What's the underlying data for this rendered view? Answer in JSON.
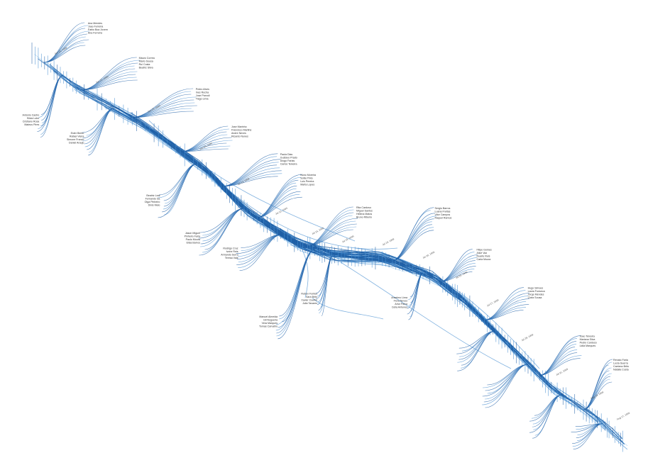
{
  "diagram": {
    "type": "storyline-timeline",
    "palette": {
      "dark": "#1f5fa6",
      "mid": "#4a90d2",
      "light": "#a9cfee",
      "pale": "#d8e9f7",
      "label": "#333333",
      "background": "#ffffff"
    },
    "date_labels": [
      "Jun 21, 1999",
      "Jun 22, 1999",
      "Jun 25, 1999",
      "Jun 29, 1999",
      "Jul 12, 1999",
      "Jul 13, 1999",
      "Jul 14, 1999",
      "Jul 15, 1999",
      "Jul 19, 1999",
      "Jul 20, 1999",
      "Jul 25, 1999",
      "Jul 27, 1999",
      "Jul 28, 1999",
      "Jul 31, 1999",
      "Aug 16, 1999",
      "Aug 17, 1999"
    ],
    "name_labels": [
      "Ana Mendes",
      "Joao Ferreira",
      "Fabio Boa Jovem",
      "Ana Ferreira",
      "Mauro Correa",
      "Mario Sousa",
      "Rui Costa",
      "Beatriz Silva",
      "Pedro Alves",
      "Ines Rocha",
      "Jose Parvoli",
      "Tiago Lima",
      "Jose Marinho",
      "Francisco Martins",
      "Andre Neves",
      "Ricardo Nunes",
      "Paula Dias",
      "Gustavo Prado",
      "Diogo Farias",
      "Carlos Teixeira",
      "Nuno Moreira",
      "Sofia Pinto",
      "Luis Pereira",
      "Marta Lopes",
      "Rita Cardoso",
      "Miguel Santos",
      "Helena Matos",
      "Bruno Ribeiro",
      "Sergio Barros",
      "Luana Freitas",
      "Vitor Campos",
      "Raquel Ramos",
      "Filipe Gomes",
      "Alice Vaz",
      "Duarte Reis",
      "Carla Moura",
      "Hugo Simoes",
      "Laura Fonseca",
      "Jorge Mendes",
      "Clara Sousa",
      "Joao Teixeira",
      "Mariana Silva",
      "Pedro Cardoso",
      "Lidia Marques",
      "Renato Faria",
      "Lucia Guerra",
      "Caetano Brito",
      "Natalia Costa",
      "Antonio Castro",
      "Silvia Lobo",
      "Cristiano Rosa",
      "Mateus Pires",
      "Ester Bento",
      "Rafael Vieira",
      "Simone Franco",
      "Daniel Araujo",
      "Beatriz Leal",
      "Fernando Sa",
      "Olga Pinheiro",
      "Dinis Melo",
      "Jason Miguel",
      "Pinheiro Faria",
      "Paulo Moura",
      "Elisa Barros",
      "Rodrigo Cruz",
      "Ivone Reis",
      "Armando Serra",
      "Teresa Vale",
      "Manuel Almeida",
      "Gil Nogueira",
      "Vera Marques",
      "Tomas Carvalho",
      "Ruben Fontes",
      "Sara Brito",
      "Xavier Coelho",
      "Julia Tavares",
      "Anselmo Lima",
      "Flora Neves",
      "Artur Paiva",
      "Celia Antunes"
    ]
  }
}
